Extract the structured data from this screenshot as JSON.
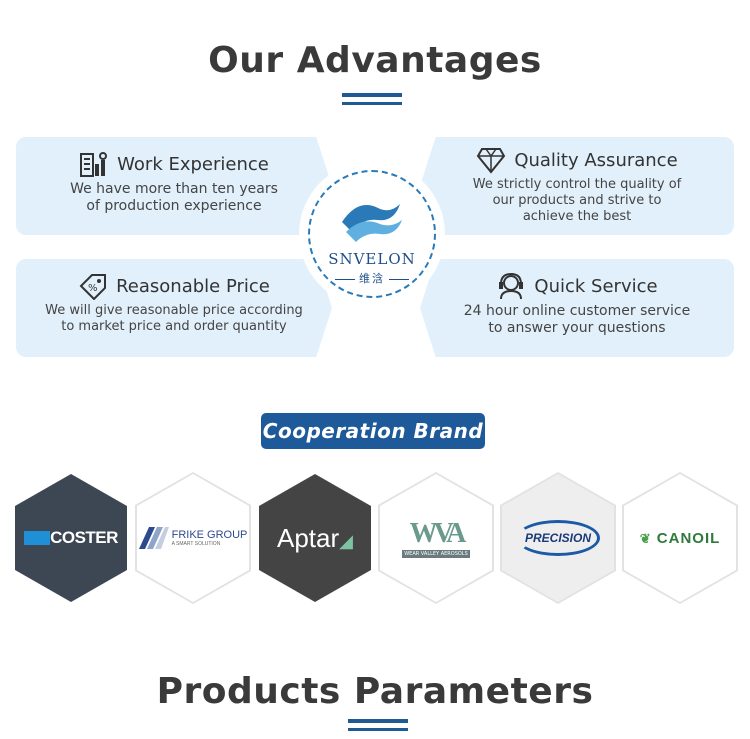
{
  "advantages": {
    "title": "Our Advantages",
    "cards": [
      {
        "title": "Work Experience",
        "text_line1": "We have more than ten years",
        "text_line2": "of production experience",
        "icon": "building-chart-icon"
      },
      {
        "title": "Quality Assurance",
        "text_line1": "We strictly control the quality of",
        "text_line2": "our products and strive to",
        "text_line3": "achieve the best",
        "icon": "diamond-icon"
      },
      {
        "title": "Reasonable Price",
        "text_line1": "We will give reasonable price according",
        "text_line2": "to market price and order quantity",
        "icon": "price-tag-icon"
      },
      {
        "title": "Quick Service",
        "text_line1": "24 hour online customer service",
        "text_line2": "to answer your questions",
        "icon": "headset-icon"
      }
    ],
    "brand": {
      "name": "SNVELON",
      "cn": "维浛"
    }
  },
  "cooperation": {
    "label": "Cooperation Brand",
    "brands": [
      {
        "name": "COSTER"
      },
      {
        "name": "FRIKE GROUP",
        "tagline": "A SMART SOLUTION"
      },
      {
        "name": "Aptar"
      },
      {
        "name": "WVA",
        "tagline": "WEAR VALLEY AEROSOLS"
      },
      {
        "name": "PRECISION"
      },
      {
        "name": "CANOIL"
      }
    ]
  },
  "products": {
    "title": "Products Parameters"
  },
  "colors": {
    "accent": "#1e5a99",
    "card_bg": "#e1f0fb",
    "title": "#3a3a3a"
  }
}
